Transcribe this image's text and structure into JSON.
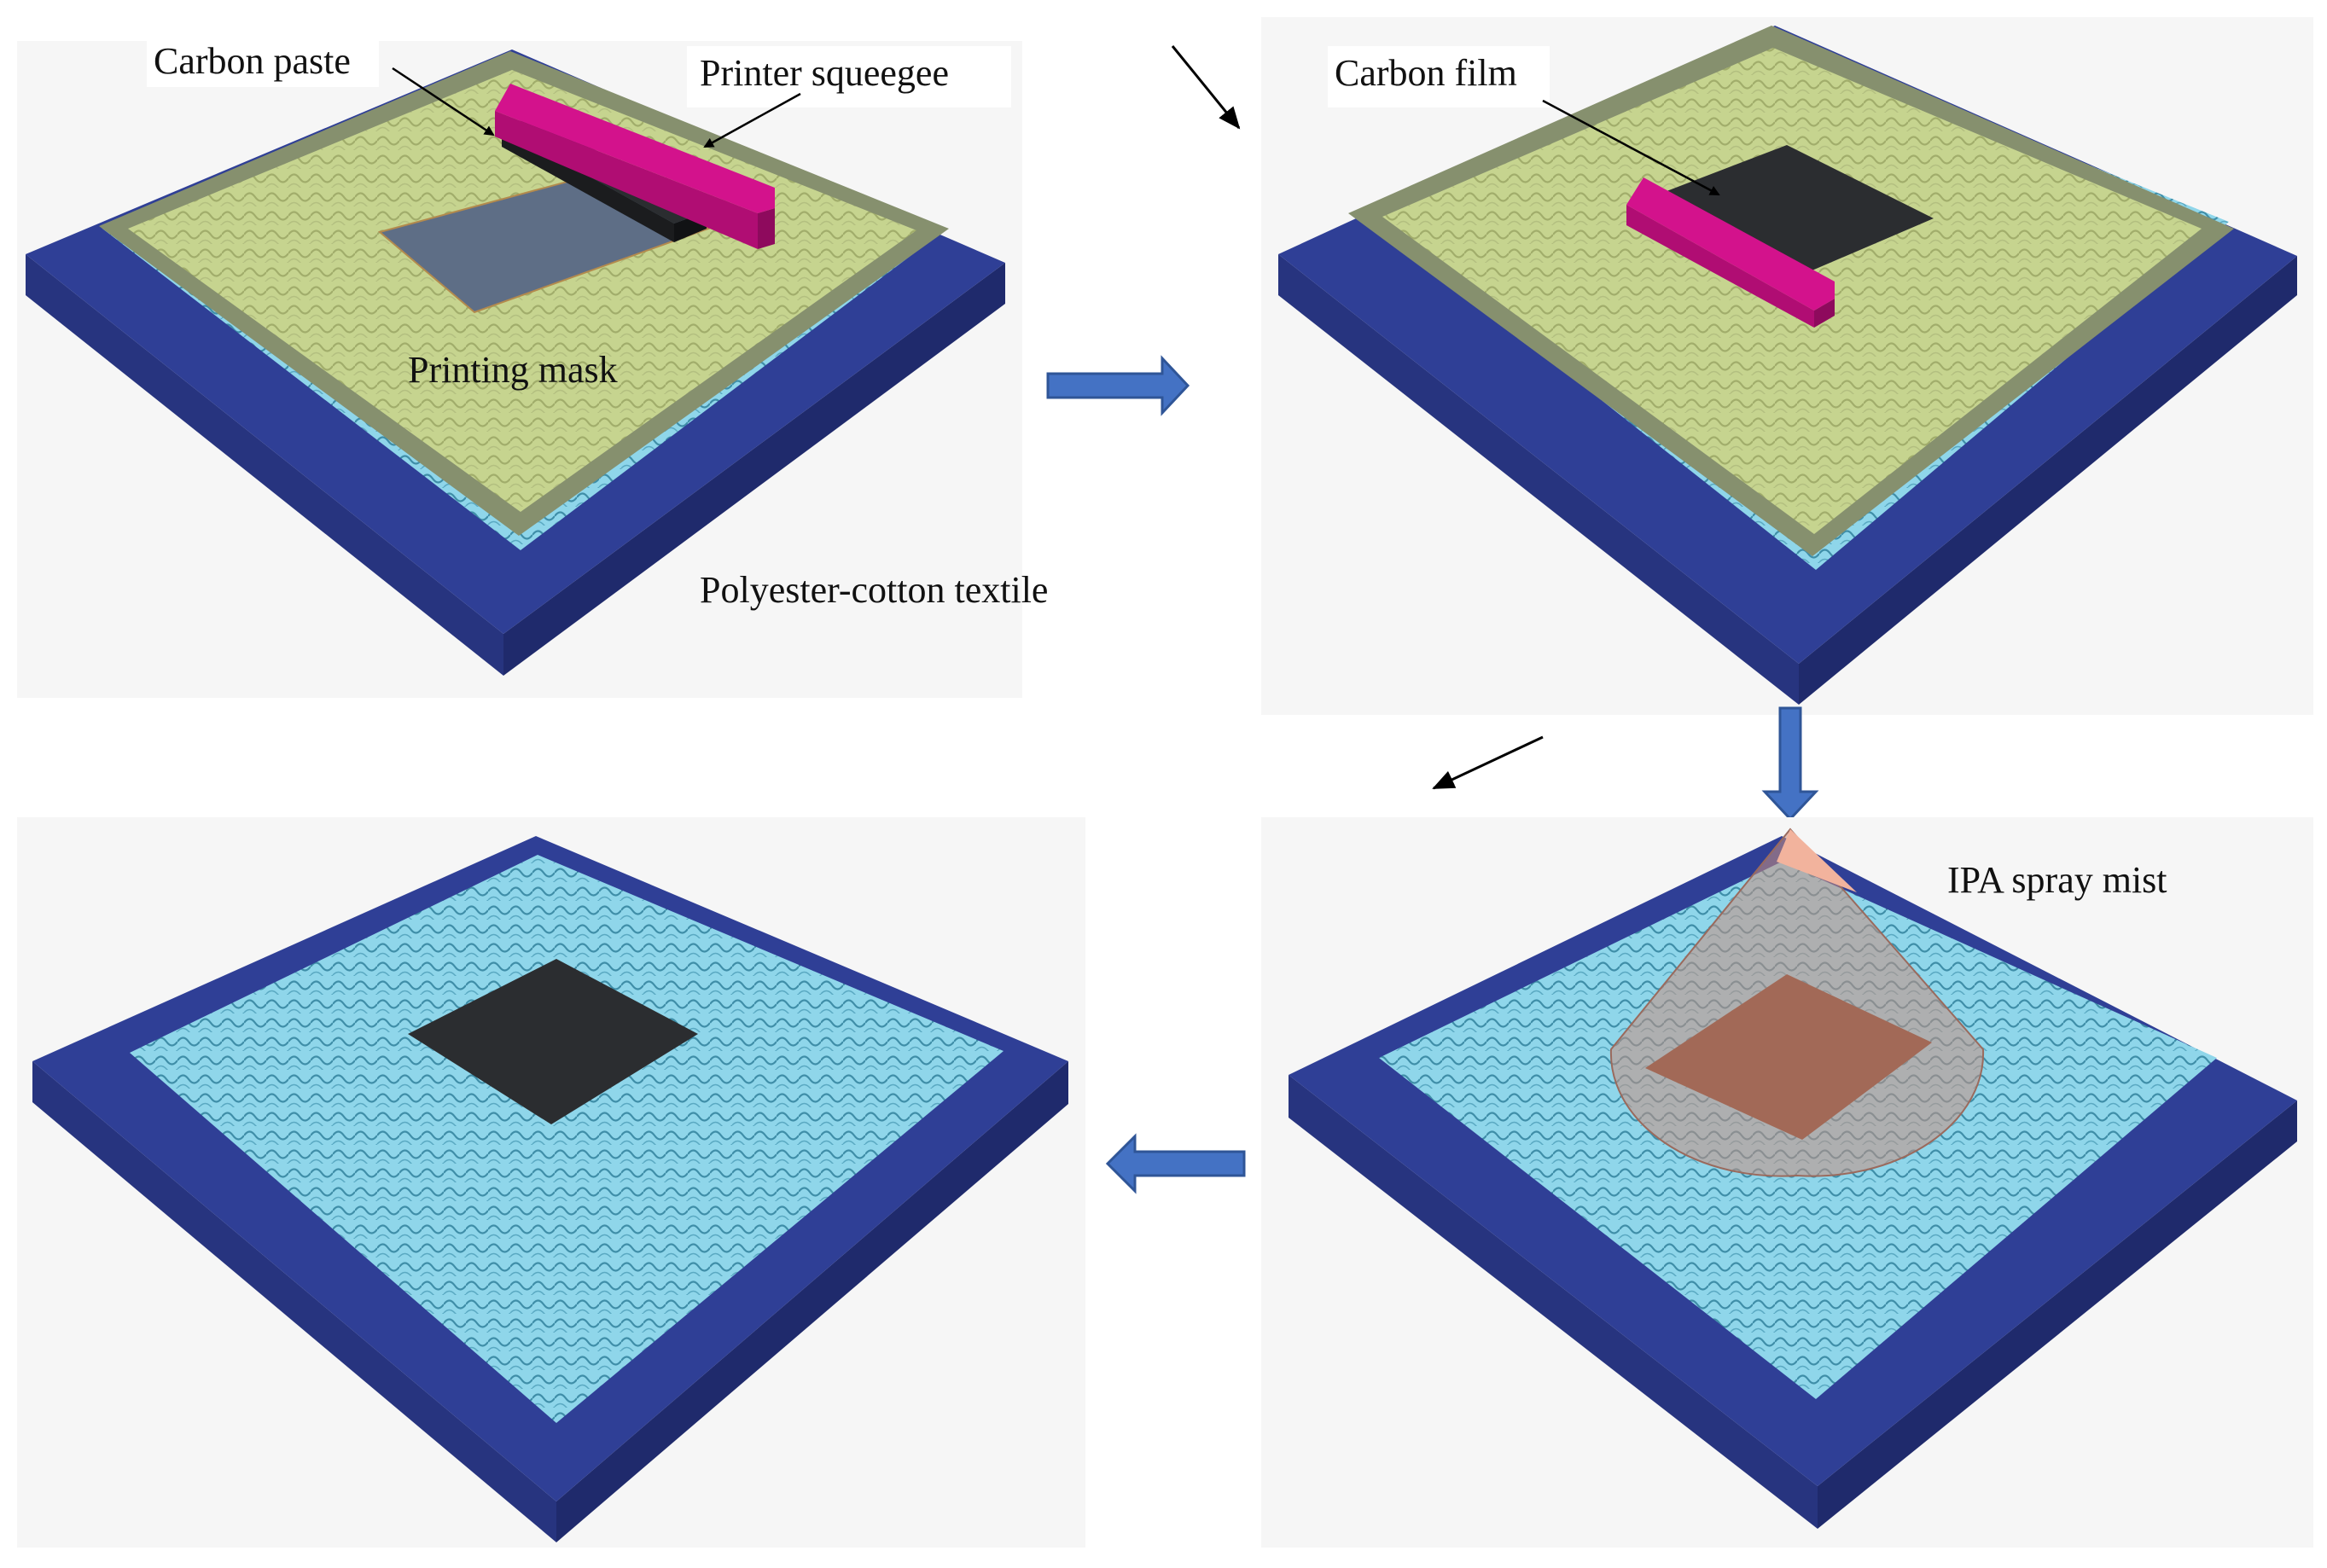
{
  "labels": {
    "carbon_paste": "Carbon paste",
    "printer_squeegee": "Printer squeegee",
    "printing_mask": "Printing mask",
    "textile": "Polyester-cotton textile",
    "carbon_film": "Carbon film",
    "ipa_spray": "IPA spray mist"
  },
  "colors": {
    "panel_bg": "#f6f6f6",
    "base_top": "#2f3f96",
    "base_side_left": "#27347f",
    "base_side_right": "#1f2a6c",
    "mask_frame": "#86906e",
    "mask_textile": "#c6d48f",
    "mask_weave": "#a9b573",
    "textile_fill": "#8fd6ea",
    "textile_weave": "#3f8ea8",
    "carbon": "#2b2d30",
    "squeegee": "#d3128c",
    "squeegee_side": "#b00d73",
    "print_window": "#5e6e86",
    "spray_cone": "#c9907f",
    "spray_tip": "#f2b39d",
    "wet_carbon": "#733b26",
    "flow_arrow": "#4472c4",
    "flow_arrow_border": "#2f5597"
  },
  "icons": {
    "flow_arrow": "block-arrow-icon",
    "pointer": "thin-arrow-icon"
  }
}
